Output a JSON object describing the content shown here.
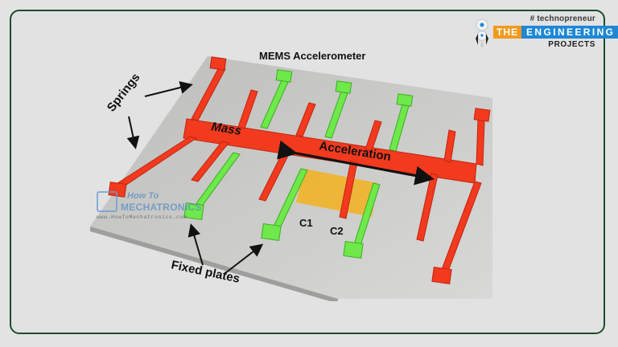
{
  "diagram": {
    "title": "MEMS Accelerometer",
    "labels": {
      "springs": "Springs",
      "mass": "Mass",
      "acceleration": "Acceleration",
      "c1": "C1",
      "c2": "C2",
      "fixed_plates": "Fixed plates"
    },
    "colors": {
      "moving_structure": "#f23a1e",
      "fixed_plates": "#6ee84a",
      "capacitance_region": "#f2b21e",
      "substrate": "#c9c9c7",
      "frame_border": "#1b4d2e",
      "background": "#e2e2e2"
    }
  },
  "watermark": {
    "line1": "How To",
    "line2": "MECHATRONICS",
    "url": "www.HowToMechatronics.com"
  },
  "logo": {
    "tagline": "# technopreneur",
    "the": "THE",
    "engineering": "ENGINEERING",
    "projects": "PROJECTS",
    "colors": {
      "the_bg": "#f29a1f",
      "engineering_bg": "#1e88d6"
    }
  }
}
